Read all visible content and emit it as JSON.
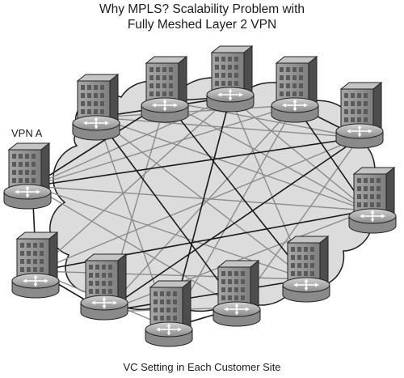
{
  "title": {
    "line1": "Why MPLS?  Scalability Problem with",
    "line2": "Fully Meshed Layer 2 VPN"
  },
  "vpn_label": "VPN A",
  "caption": "VC Setting in Each Customer Site",
  "colors": {
    "cloud_fill": "#dcdcdc",
    "cloud_stroke": "#1e1e1e",
    "vc_dark": "#1a1a1a",
    "vc_light": "#8c8c8c",
    "building_face": "#8f8f8f",
    "building_side": "#4d4d4d",
    "router": "#b4b4b4"
  }
}
